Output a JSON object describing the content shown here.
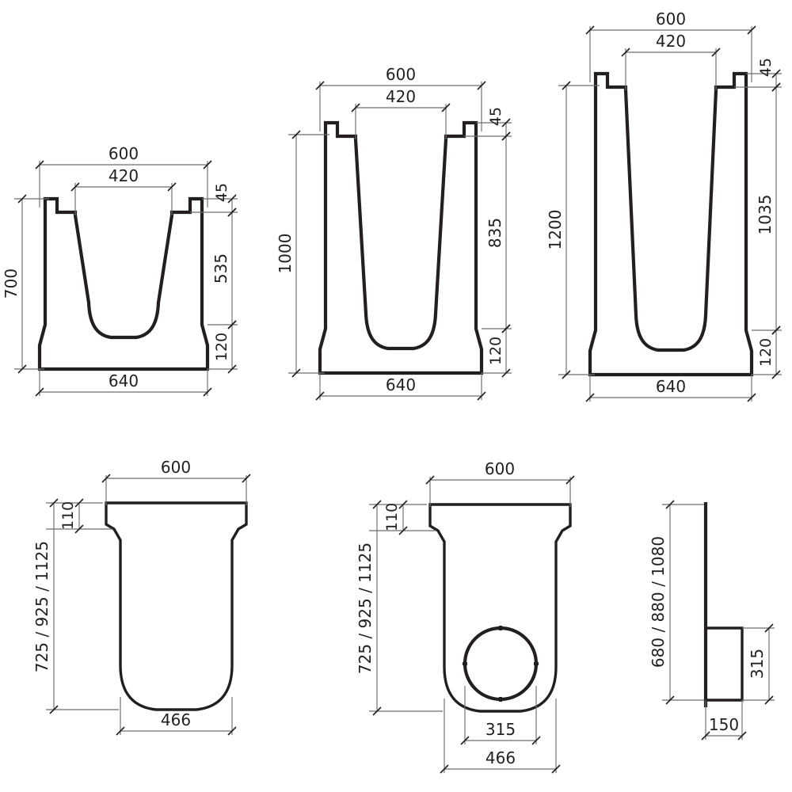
{
  "sheet": {
    "title": "Drainage Channel Cross-Section Drawings",
    "units": "mm",
    "line_color": "#231f20",
    "dimension_color": "#6d6e71",
    "background": "#ffffff"
  },
  "views": [
    {
      "id": "channel-h700",
      "name": "channel-section-700",
      "dimensions": {
        "overall_width_top": "600",
        "inner_width_top": "420",
        "base_width": "640",
        "overall_height": "700",
        "rebate_depth": "45",
        "wall_height": "535",
        "base_thickness": "120"
      }
    },
    {
      "id": "channel-h1000",
      "name": "channel-section-1000",
      "dimensions": {
        "overall_width_top": "600",
        "inner_width_top": "420",
        "base_width": "640",
        "overall_height": "1000",
        "rebate_depth": "45",
        "wall_height": "835",
        "base_thickness": "120"
      }
    },
    {
      "id": "channel-h1200",
      "name": "channel-section-1200",
      "dimensions": {
        "overall_width_top": "600",
        "inner_width_top": "420",
        "base_width": "640",
        "overall_height": "1200",
        "rebate_depth": "45",
        "wall_height": "1035",
        "base_thickness": "120"
      }
    },
    {
      "id": "sump-plain",
      "name": "sump-body-section",
      "dimensions": {
        "overall_width_top": "600",
        "collar_height": "110",
        "overall_height": "725 / 925 / 1125",
        "inner_width_bottom": "466"
      }
    },
    {
      "id": "sump-outlet",
      "name": "sump-body-with-outlet-section",
      "dimensions": {
        "overall_width_top": "600",
        "collar_height": "110",
        "overall_height": "725 / 925 / 1125",
        "outlet_diameter": "315",
        "inner_width_bottom": "466"
      }
    },
    {
      "id": "outlet-side",
      "name": "outlet-side-elevation",
      "dimensions": {
        "overall_height": "680 / 880 / 1080",
        "outlet_height": "315",
        "outlet_depth": "150"
      }
    }
  ],
  "labels": {
    "v1_600": "600",
    "v1_420": "420",
    "v1_45": "45",
    "v1_700": "700",
    "v1_535": "535",
    "v1_120": "120",
    "v1_640": "640",
    "v2_600": "600",
    "v2_420": "420",
    "v2_45": "45",
    "v2_1000": "1000",
    "v2_835": "835",
    "v2_120": "120",
    "v2_640": "640",
    "v3_600": "600",
    "v3_420": "420",
    "v3_45": "45",
    "v3_1200": "1200",
    "v3_1035": "1035",
    "v3_120": "120",
    "v3_640": "640",
    "v4_600": "600",
    "v4_110": "110",
    "v4_height": "725 / 925 / 1125",
    "v4_466": "466",
    "v5_600": "600",
    "v5_110": "110",
    "v5_height": "725 / 925 / 1125",
    "v5_315": "315",
    "v5_466": "466",
    "v6_height": "680 / 880 / 1080",
    "v6_315": "315",
    "v6_150": "150"
  }
}
